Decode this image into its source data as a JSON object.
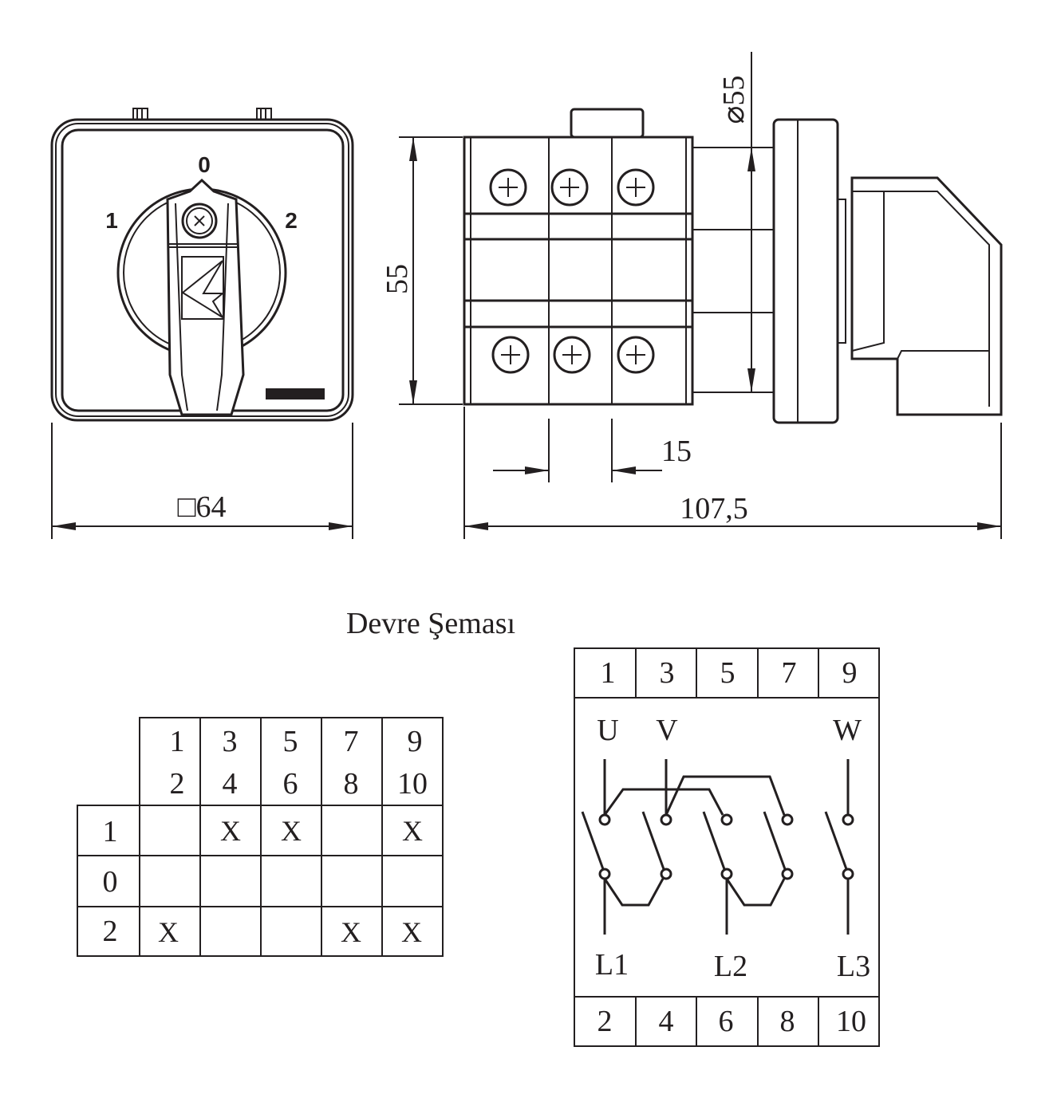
{
  "front_view": {
    "position_labels": {
      "zero": "0",
      "one": "1",
      "two": "2"
    },
    "width_dimension": "□64"
  },
  "side_view": {
    "height_dimension": "55",
    "diameter_dimension": "⌀55",
    "pitch_dimension": "15",
    "length_dimension": "107,5"
  },
  "title": "Devre Şeması",
  "switching_table": {
    "columns": [
      {
        "top": "1",
        "bottom": "2"
      },
      {
        "top": "3",
        "bottom": "4"
      },
      {
        "top": "5",
        "bottom": "6"
      },
      {
        "top": "7",
        "bottom": "8"
      },
      {
        "top": "9",
        "bottom": "10"
      }
    ],
    "rows": [
      {
        "position": "1",
        "cells": [
          "",
          "X",
          "X",
          "",
          "X"
        ]
      },
      {
        "position": "0",
        "cells": [
          "",
          "",
          "",
          "",
          ""
        ]
      },
      {
        "position": "2",
        "cells": [
          "X",
          "",
          "",
          "X",
          "X"
        ]
      }
    ]
  },
  "circuit": {
    "top_terminals": [
      "1",
      "3",
      "5",
      "7",
      "9"
    ],
    "bottom_terminals": [
      "2",
      "4",
      "6",
      "8",
      "10"
    ],
    "outputs": [
      "U",
      "V",
      "W"
    ],
    "inputs": [
      "L1",
      "L2",
      "L3"
    ]
  },
  "colors": {
    "line": "#231f20",
    "background": "#ffffff"
  }
}
